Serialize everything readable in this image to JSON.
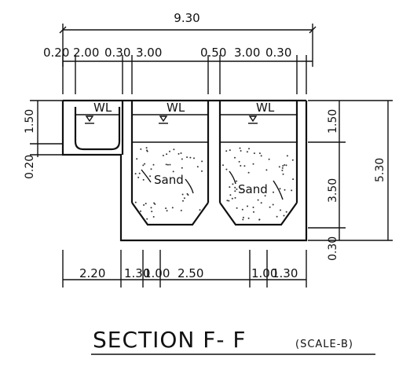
{
  "title": "SECTION F- F",
  "scale_note": "(SCALE-B)",
  "overall_width": "9.30",
  "top_dims": [
    "0.20",
    "2.00",
    "0.30",
    "3.00",
    "0.50",
    "3.00",
    "0.30"
  ],
  "bottom_dims": [
    "2.20",
    "1.30",
    "1.00",
    "2.50",
    "1.00",
    "1.30"
  ],
  "left_dims": [
    "1.50",
    "0.20"
  ],
  "right_dims": [
    "1.50",
    "3.50",
    "0.30"
  ],
  "overall_height": "5.30",
  "water_level_label": "WL",
  "sand_label": "Sand"
}
